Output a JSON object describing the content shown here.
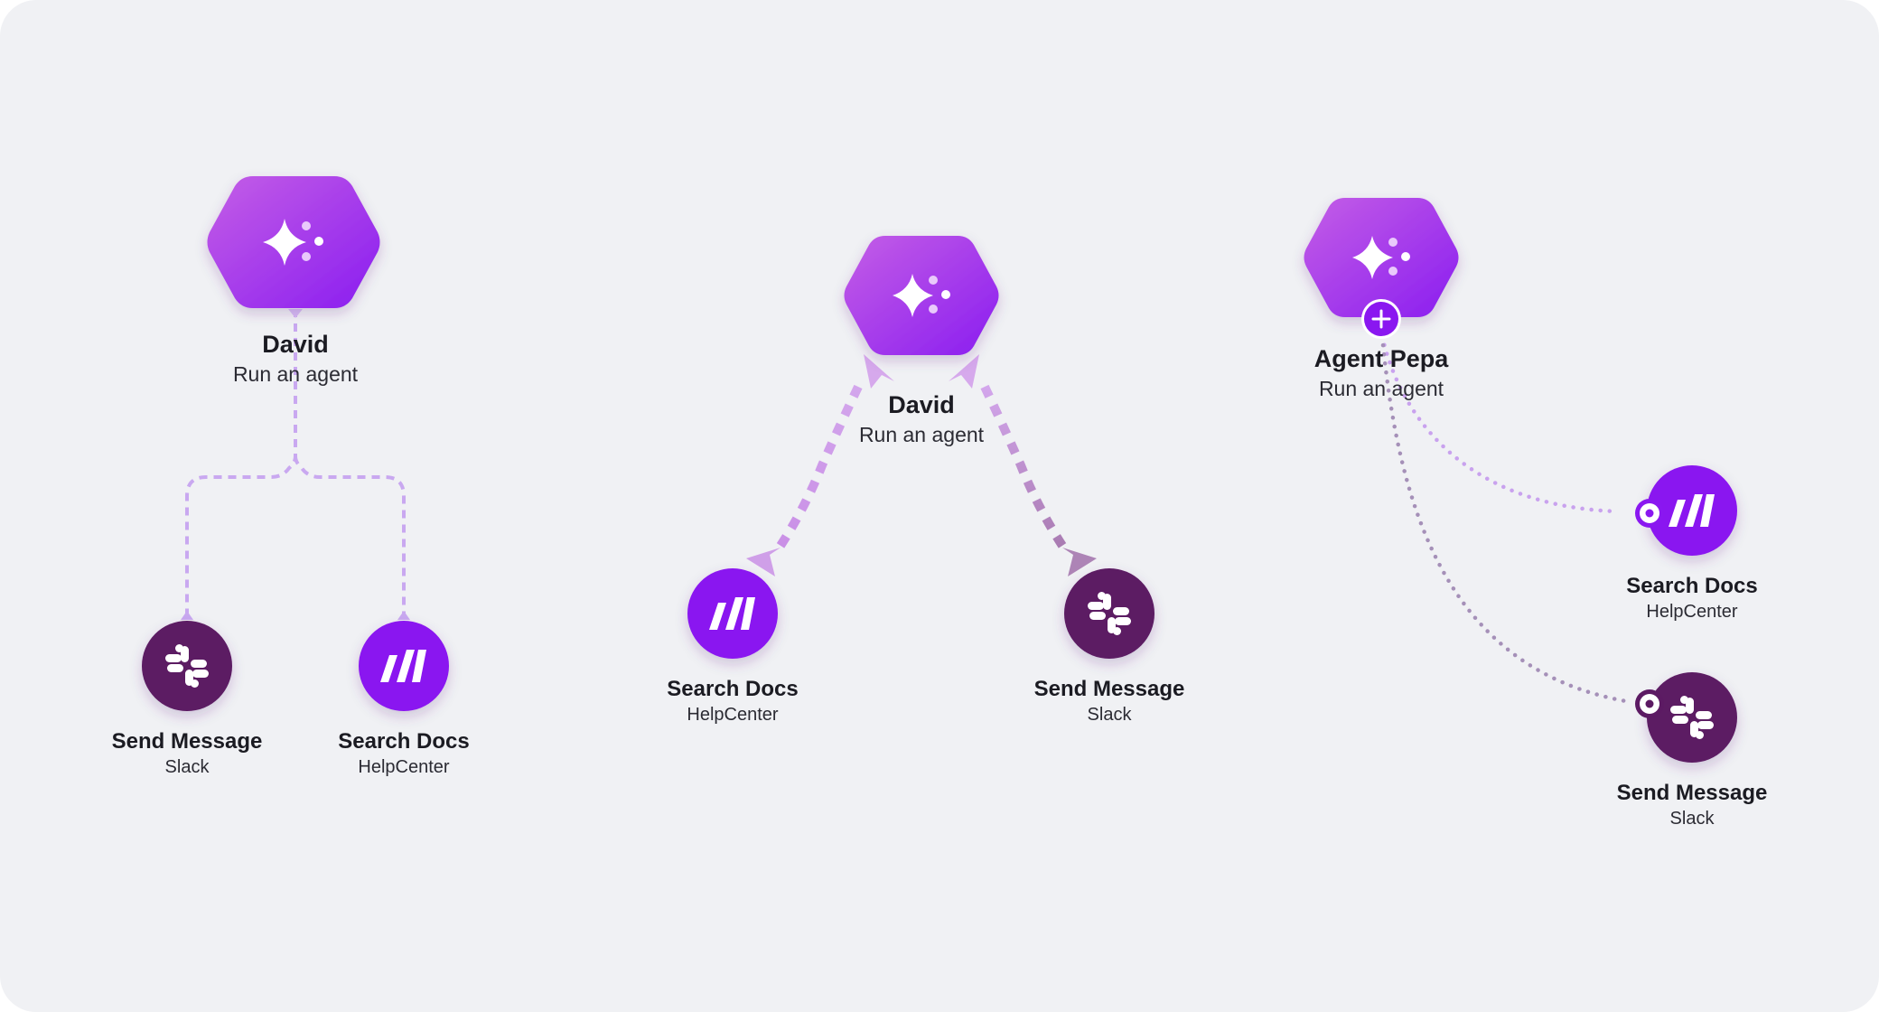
{
  "colors": {
    "background": "#f0f1f4",
    "agent_gradient_start": "#c45ee6",
    "agent_gradient_end": "#8a1df0",
    "helpcenter_node": "#8a17f0",
    "slack_node": "#5c1a63",
    "connector_light": "#c9a8f0",
    "connector_dashed": "#c38de8",
    "connector_dotted_gray": "#a590b8",
    "text": "#1b1b22"
  },
  "icons": {
    "agent": "sparkle-icon",
    "helpcenter": "helpcenter-logo-icon",
    "slack": "slack-logo-icon",
    "add": "plus-icon",
    "port": "dot-icon"
  },
  "diagrams": [
    {
      "agent": {
        "name": "David",
        "action": "Run an agent"
      },
      "tools": [
        {
          "name": "Send Message",
          "app": "Slack"
        },
        {
          "name": "Search Docs",
          "app": "HelpCenter"
        }
      ]
    },
    {
      "agent": {
        "name": "David",
        "action": "Run an agent"
      },
      "tools": [
        {
          "name": "Search Docs",
          "app": "HelpCenter"
        },
        {
          "name": "Send Message",
          "app": "Slack"
        }
      ]
    },
    {
      "agent": {
        "name": "Agent Pepa",
        "action": "Run an agent"
      },
      "tools": [
        {
          "name": "Search Docs",
          "app": "HelpCenter"
        },
        {
          "name": "Send Message",
          "app": "Slack"
        }
      ]
    }
  ]
}
